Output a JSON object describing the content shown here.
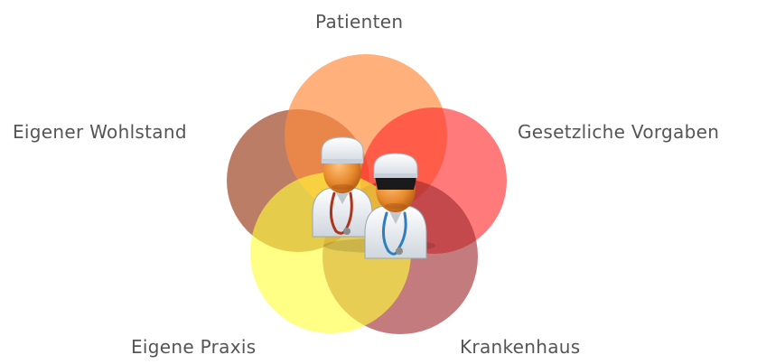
{
  "diagram": {
    "center_icon": "doctors-icon",
    "petals": [
      {
        "id": "top",
        "label": "Patienten",
        "color": "#ff8a3d"
      },
      {
        "id": "right",
        "label": "Gesetzliche Vorgaben",
        "color": "#ff2a2a"
      },
      {
        "id": "bottom-right",
        "label": "Krankenhaus",
        "color": "#9e2a2e"
      },
      {
        "id": "bottom-left",
        "label": "Eigene Praxis",
        "color": "#ffff3a"
      },
      {
        "id": "left",
        "label": "Eigener Wohlstand",
        "color": "#a24b2c"
      }
    ]
  }
}
